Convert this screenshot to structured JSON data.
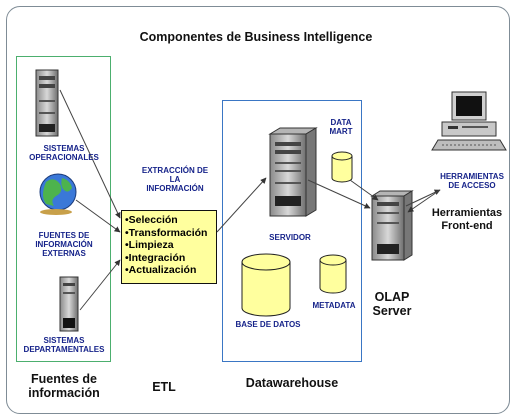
{
  "title": "Componentes de Business Intelligence",
  "sources": {
    "item1": "SISTEMAS\nOPERACIONALES",
    "item2": "FUENTES DE\nINFORMACIÓN\nEXTERNAS",
    "item3": "SISTEMAS\nDEPARTAMENTALES"
  },
  "etl": {
    "extract_label": "EXTRACCIÓN DE\nLA\nINFORMACIÓN",
    "steps": [
      "•Selección",
      "•Transformación",
      "•Limpieza",
      "•Integración",
      "•Actualización"
    ]
  },
  "warehouse": {
    "data_mart": "DATA\nMART",
    "servidor": "SERVIDOR",
    "metadata": "METADATA",
    "base_de_datos": "BASE DE DATOS"
  },
  "olap": "OLAP\nServer",
  "access": {
    "herramientas_acceso": "HERRAMIENTAS\nDE ACCESO",
    "front_end": "Herramientas\nFront-end"
  },
  "footer": {
    "fuentes": "Fuentes de\ninformación",
    "etl": "ETL",
    "datawarehouse": "Datawarehouse"
  },
  "colors": {
    "green_border": "#4caf6e",
    "blue_border": "#3a76c4",
    "etl_fill": "#ffff9e",
    "db_fill": "#ffff9e",
    "text_blue": "#16238a"
  }
}
